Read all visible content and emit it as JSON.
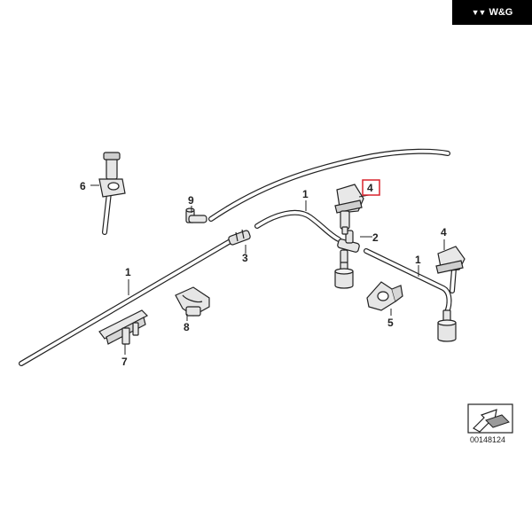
{
  "brand": {
    "label": "W&G",
    "logo_icon": "wg-logo-icon"
  },
  "callouts": {
    "c1_top": "1",
    "c1_left": "1",
    "c1_right": "1",
    "c2": "2",
    "c3": "3",
    "c4_highlight": "4",
    "c4_right": "4",
    "c5": "5",
    "c6": "6",
    "c7": "7",
    "c8": "8",
    "c9": "9"
  },
  "highlight_color": "#d9232d",
  "reference": {
    "number": "00148124",
    "icon": "arrow-reference-icon"
  }
}
